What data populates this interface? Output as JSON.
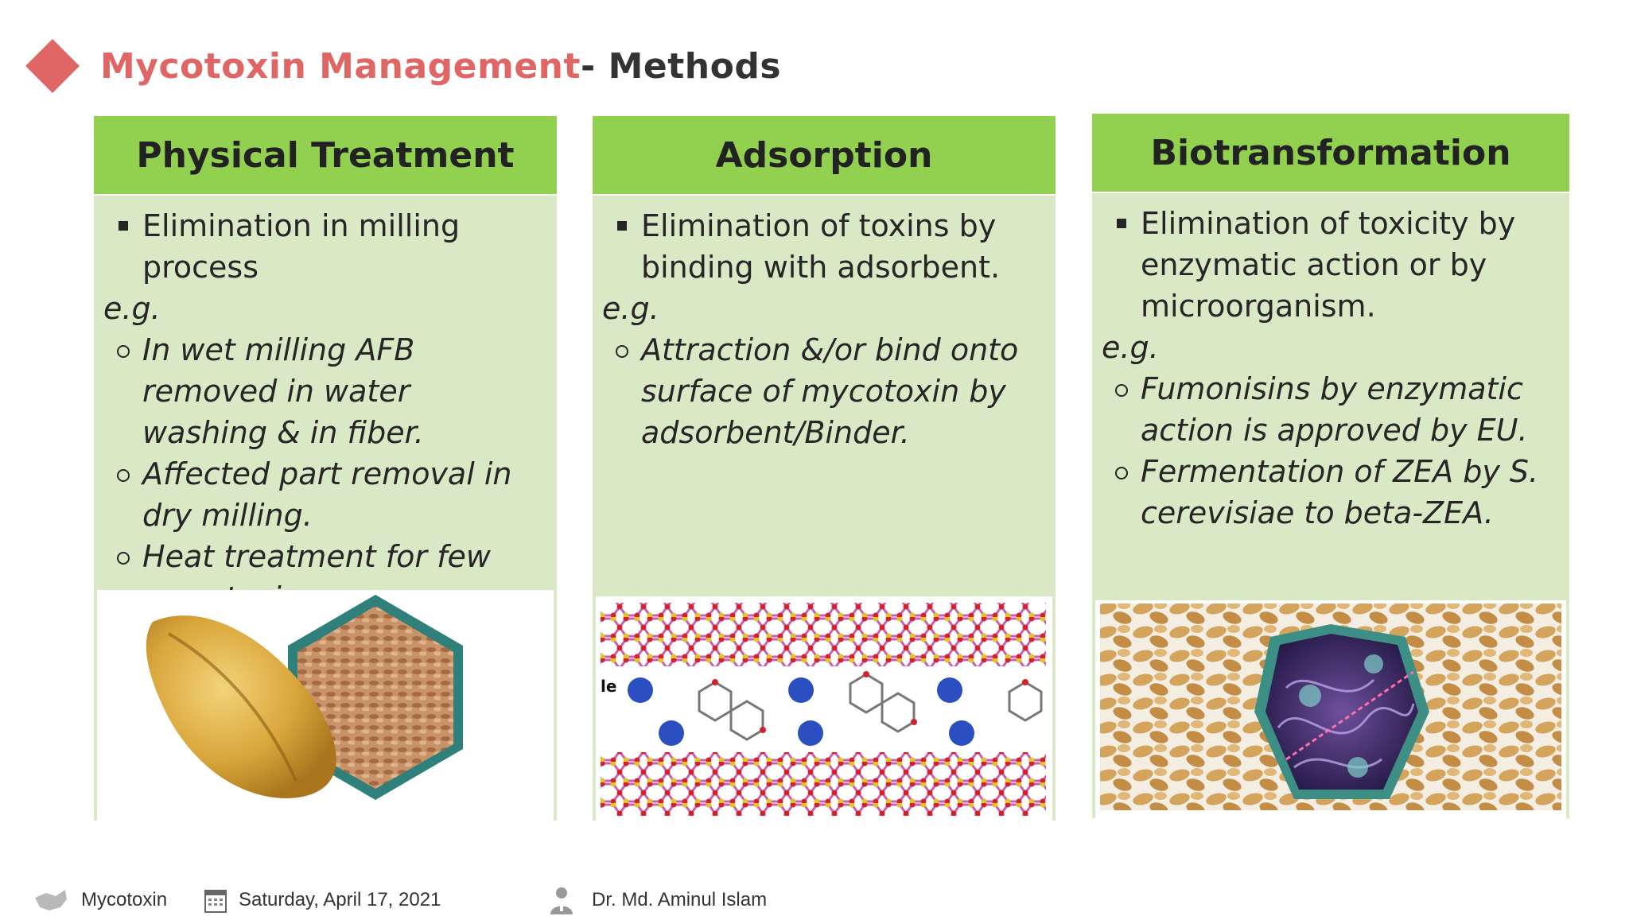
{
  "slide": {
    "title_accent": "Mycotoxin Management",
    "title_rest": "- Methods"
  },
  "columns": [
    {
      "heading": "Physical Treatment",
      "main_bullet": "Elimination in milling process",
      "eg": "e.g.",
      "sub_bullets": [
        "In wet milling AFB removed in water washing & in fiber.",
        "Affected part removal in dry milling.",
        "Heat treatment for few mycotoxins"
      ]
    },
    {
      "heading": "Adsorption",
      "main_bullet": "Elimination of toxins by binding with adsorbent.",
      "eg": "e.g.",
      "sub_bullets": [
        "Attraction &/or bind onto surface of mycotoxin by adsorbent/Binder."
      ],
      "image_label_fragment": "le"
    },
    {
      "heading": "Biotransformation",
      "main_bullet": "Elimination of toxicity by enzymatic action or by microorganism.",
      "eg": "e.g.",
      "sub_bullets": [
        "Fumonisins by enzymatic action is approved by EU.",
        " Fermentation of ZEA by S. cerevisiae to beta-ZEA."
      ]
    }
  ],
  "footer": {
    "topic": "Mycotoxin",
    "date": "Saturday, April 17, 2021",
    "author": "Dr. Md. Aminul Islam"
  },
  "colors": {
    "accent": "#e06666",
    "header_green": "#92d050",
    "panel_green": "#d9e9c5"
  },
  "icons": [
    "diamond-icon",
    "map-icon",
    "calendar-icon",
    "person-icon"
  ]
}
